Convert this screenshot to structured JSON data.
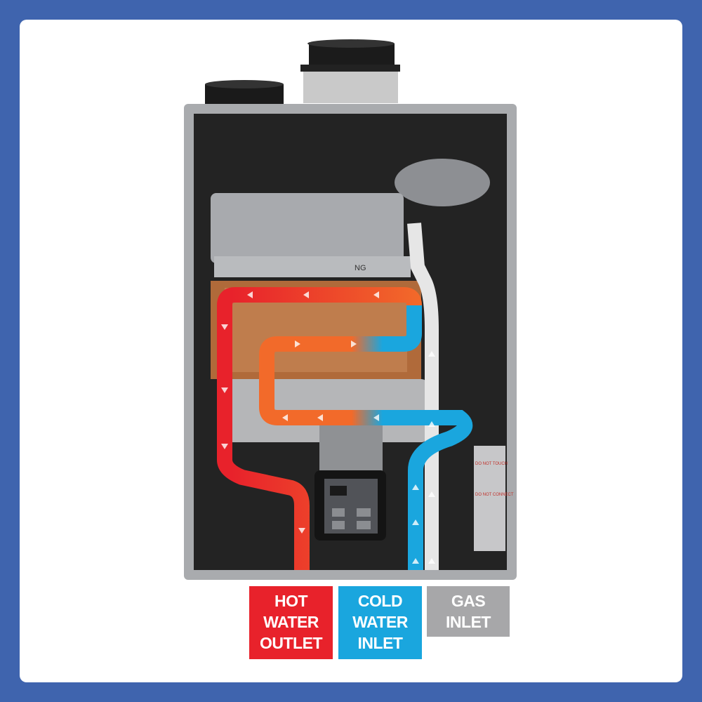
{
  "labels": {
    "hot": [
      "HOT",
      "WATER",
      "OUTLET"
    ],
    "cold": [
      "COLD",
      "WATER",
      "INLET"
    ],
    "gas": [
      "GAS",
      "INLET"
    ]
  },
  "unit_markings": {
    "gas_type": "NG",
    "warning_1": "DO NOT TOUCH",
    "warning_2": "DO NOT CONNECT"
  },
  "colors": {
    "frame": "#3f64ae",
    "hot": "#e8222b",
    "transition": "#f26a2a",
    "cold": "#1aa6de",
    "gas": "#a7a7a9"
  }
}
